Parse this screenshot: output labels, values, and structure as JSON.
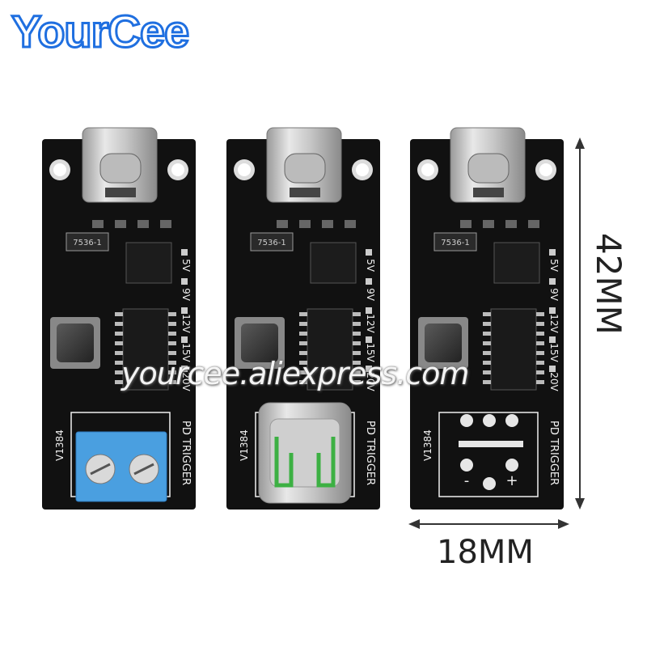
{
  "brand": {
    "logo_text": "YourCee"
  },
  "watermark": "yourcee.aliexpress.com",
  "dimensions": {
    "height": "42MM",
    "width": "18MM"
  },
  "colors": {
    "pcb": "#111111",
    "brand_blue": "#1f6fe0",
    "terminal_blue": "#4a9fe0",
    "silkscreen": "#f0f0f0"
  },
  "boards": [
    {
      "regulator": "7536-1",
      "voltages": [
        "5V",
        "9V",
        "12V",
        "15V",
        "20V"
      ],
      "model": "V1384",
      "label": "PD TRIGGER",
      "output": "screw-terminal"
    },
    {
      "regulator": "7536-1",
      "voltages": [
        "5V",
        "9V",
        "12V",
        "15V",
        "20V"
      ],
      "model": "V1384",
      "label": "PD TRIGGER",
      "output": "usb-c-socket"
    },
    {
      "regulator": "7536-1",
      "voltages": [
        "5V",
        "9V",
        "12V",
        "15V",
        "20V"
      ],
      "model": "V1384",
      "label": "PD TRIGGER",
      "output": "solder-pads",
      "pad_labels": [
        "-",
        "+"
      ]
    }
  ]
}
